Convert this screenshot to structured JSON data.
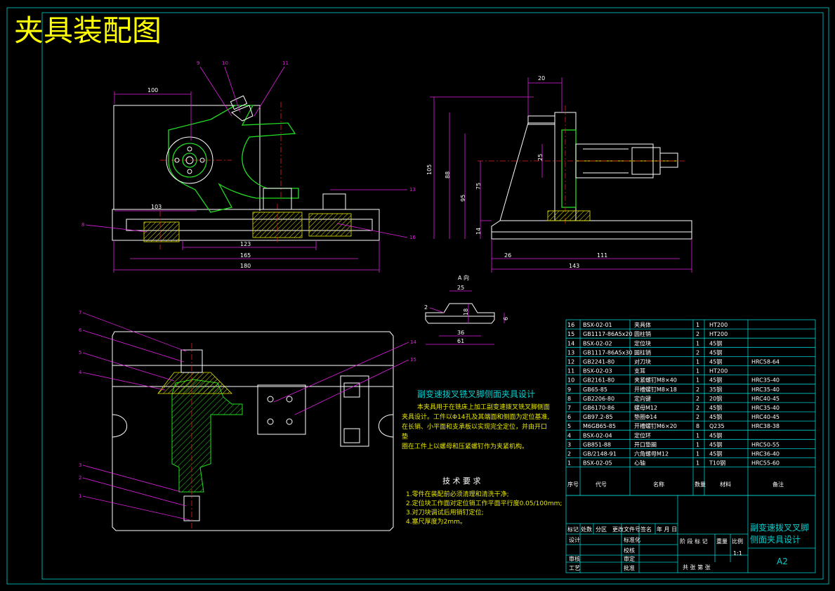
{
  "title": "夹具装配图",
  "colors": {
    "background": "#000000",
    "line": "#ffffff",
    "part": "#22dd22",
    "dimension": "#e020e0",
    "hatch": "#e8e800",
    "frame": "#00d0d0",
    "title_text": "#ffff00"
  },
  "front_view": {
    "dims": {
      "d100": "100",
      "d103": "103",
      "d123": "123",
      "d165": "165",
      "d180": "180"
    },
    "callouts": {
      "c9": "9",
      "c10": "10",
      "c11": "11",
      "c13": "13",
      "c8": "8",
      "c16": "16"
    }
  },
  "side_view": {
    "dims": {
      "d20": "20",
      "d25": "25",
      "d105": "105",
      "d88": "88",
      "d95": "95",
      "d75": "75",
      "d14": "14",
      "d26": "26",
      "d111": "111",
      "d143": "143"
    }
  },
  "detail_a": {
    "label": "A 向",
    "dims": {
      "d25": "25",
      "d18": "18",
      "d2": "2",
      "d6": "6",
      "d36": "36",
      "d61": "61"
    }
  },
  "plan_view": {
    "callouts": {
      "c7": "7",
      "c6": "6",
      "c5": "5",
      "c4": "4",
      "c3": "3",
      "c2": "2",
      "c1": "1",
      "c14": "14",
      "c15": "15"
    }
  },
  "description": {
    "heading": "副变速拨叉铣叉脚侧面夹具设计",
    "line1": "本夹具用于在铣床上加工副变速拨叉铣叉脚侧面",
    "line2": "夹具设计。工件以Φ14孔及其端面和侧面为定位基准,",
    "line3": "在长销、小平面和支承板以实现完全定位，并由开口",
    "line4": "垫",
    "line5": "圈在工件上以螺母和压紧螺钉作为夹紧机构。"
  },
  "tech_requirements": {
    "heading": "技 术 要 求",
    "items": [
      "1.零件在装配前必须清理和清洗干净;",
      "2.定位块工作面对定位销工作平面平行度0.05/100mm;",
      "3.对刀块调试后用销钉定位;",
      "4.塞尺厚度为2mm。"
    ]
  },
  "bom": {
    "headers": {
      "no": "序号",
      "code": "代号",
      "name": "名称",
      "qty": "数量",
      "material": "材料",
      "note": "备注"
    },
    "rows": [
      {
        "no": "16",
        "code": "BSX-02-01",
        "name": "夹具体",
        "qty": "1",
        "material": "HT200",
        "note": ""
      },
      {
        "no": "15",
        "code": "GB1117-86A5x20",
        "name": "圆柱销",
        "qty": "2",
        "material": "HT200",
        "note": ""
      },
      {
        "no": "14",
        "code": "BSX-02-02",
        "name": "定位块",
        "qty": "1",
        "material": "45钢",
        "note": ""
      },
      {
        "no": "13",
        "code": "GB1117-86A5x30",
        "name": "圆柱销",
        "qty": "2",
        "material": "45钢",
        "note": ""
      },
      {
        "no": "12",
        "code": "GB2241-80",
        "name": "对刀块",
        "qty": "1",
        "material": "45钢",
        "note": "HRC58-64"
      },
      {
        "no": "11",
        "code": "BSX-02-03",
        "name": "支耳",
        "qty": "1",
        "material": "HT200",
        "note": ""
      },
      {
        "no": "10",
        "code": "GB2161-80",
        "name": "夹紧螺钉M8×40",
        "qty": "1",
        "material": "45钢",
        "note": "HRC35-40"
      },
      {
        "no": "9",
        "code": "GB65-85",
        "name": "开槽螺钉M8×18",
        "qty": "2",
        "material": "35钢",
        "note": "HRC35-40"
      },
      {
        "no": "8",
        "code": "GB2206-80",
        "name": "定向键",
        "qty": "2",
        "material": "20钢",
        "note": "HRC40-45"
      },
      {
        "no": "7",
        "code": "GB6170-86",
        "name": "螺母M12",
        "qty": "2",
        "material": "45钢",
        "note": "HRC35-40"
      },
      {
        "no": "6",
        "code": "GB97.2-85",
        "name": "垫圈Φ14",
        "qty": "2",
        "material": "45钢",
        "note": "HRC40-45"
      },
      {
        "no": "5",
        "code": "M6GB65-85",
        "name": "开槽螺钉M6×20",
        "qty": "8",
        "material": "Q235",
        "note": "HRC38-38"
      },
      {
        "no": "4",
        "code": "BSX-02-04",
        "name": "定位环",
        "qty": "1",
        "material": "45钢",
        "note": ""
      },
      {
        "no": "3",
        "code": "GB851-88",
        "name": "开口垫圈",
        "qty": "1",
        "material": "45钢",
        "note": "HRC50-55"
      },
      {
        "no": "2",
        "code": "GB/2148-91",
        "name": "六角螺母M12",
        "qty": "1",
        "material": "45钢",
        "note": "HRC36-40"
      },
      {
        "no": "1",
        "code": "BSX-02-05",
        "name": "心轴",
        "qty": "1",
        "material": "T10钢",
        "note": "HRC55-60"
      }
    ]
  },
  "title_block": {
    "project": "副变速拨叉叉脚侧面夹具设计",
    "project_line1": "副变速拨叉叉脚",
    "project_line2": "侧面夹具设计",
    "sheet": "A2",
    "mark": "标记",
    "count": "处数",
    "zone": "分区",
    "doc_no": "更改文件号",
    "sign": "签名",
    "date": "年 月 日",
    "design": "设计",
    "standard": "标准化",
    "review": "审核",
    "process": "工艺",
    "check": "校核",
    "approve": "审定",
    "approval": "批准",
    "stage_mark": "阶 段 标 记",
    "weight": "重量",
    "scale_label": "比例",
    "scale": "1:1",
    "sheets": "共   张   第   张"
  }
}
